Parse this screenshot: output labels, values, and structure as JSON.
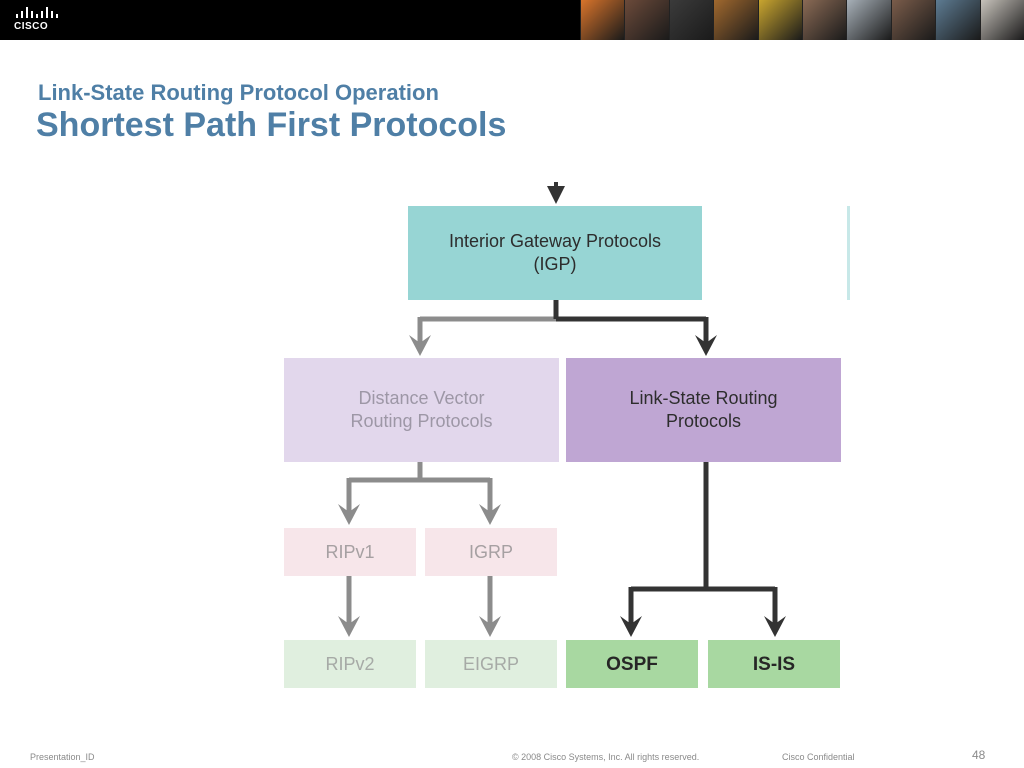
{
  "header": {
    "logo_text": "CISCO",
    "photo_colors": [
      "#d9742b",
      "#6b4a3a",
      "#3b3b3b",
      "#a0682e",
      "#c9a52f",
      "#8a6a55",
      "#a7b0b8",
      "#7a5c4a",
      "#5d7b92",
      "#c7c2bb"
    ]
  },
  "slide": {
    "subtitle": "Link-State Routing Protocol Operation",
    "title": "Shortest Path First Protocols"
  },
  "diagram": {
    "igp_line1": "Interior Gateway Protocols",
    "igp_line2": "(IGP)",
    "dv_line1": "Distance Vector",
    "dv_line2": "Routing Protocols",
    "ls_line1": "Link-State Routing",
    "ls_line2": "Protocols",
    "ripv1": "RIPv1",
    "igrp": "IGRP",
    "ripv2": "RIPv2",
    "eigrp": "EIGRP",
    "ospf": "OSPF",
    "isis": "IS-IS"
  },
  "footer": {
    "presentation_id": "Presentation_ID",
    "copyright": "© 2008 Cisco Systems, Inc. All rights reserved.",
    "confidential": "Cisco Confidential",
    "page_number": "48"
  }
}
